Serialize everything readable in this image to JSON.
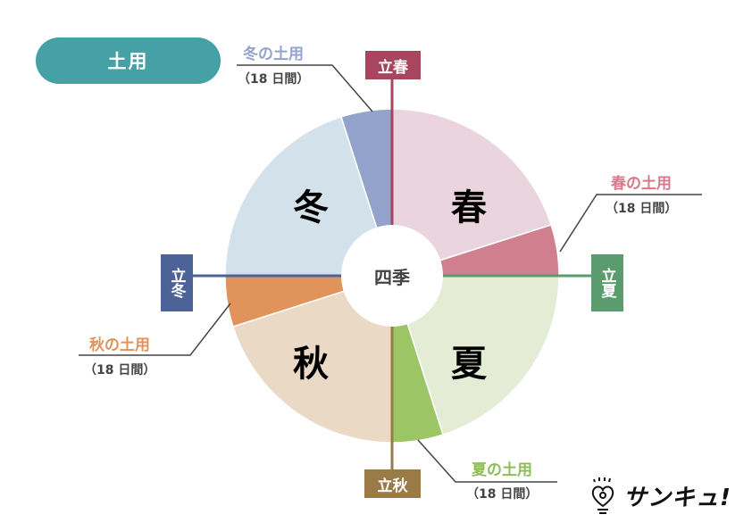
{
  "title_pill": "土用",
  "center_label": "四季",
  "doyo_days": 18,
  "seasons": [
    {
      "key": "spring",
      "label": "春",
      "color": "#e35a5a",
      "main_fill": "#ead5df",
      "doyo_fill": "#cf7f8e",
      "doyo_label": "春の土用",
      "doyo_days_label": "（18 日間）",
      "start_label": "立春",
      "start_color": "#a8465f"
    },
    {
      "key": "summer",
      "label": "夏",
      "color": "#6fb04a",
      "main_fill": "#e5ecd6",
      "doyo_fill": "#9cc565",
      "doyo_label": "夏の土用",
      "doyo_days_label": "（18 日間）",
      "start_label": "立夏",
      "start_color": "#5b9c6e"
    },
    {
      "key": "autumn",
      "label": "秋",
      "color": "#ee9a22",
      "main_fill": "#ead9c5",
      "doyo_fill": "#e0935a",
      "doyo_label": "秋の土用",
      "doyo_days_label": "（18 日間）",
      "start_label": "立秋",
      "start_color": "#9a7b46"
    },
    {
      "key": "winter",
      "label": "冬",
      "color": "#2f7ec4",
      "main_fill": "#d3e1ea",
      "doyo_fill": "#94a3cc",
      "doyo_label": "冬の土用",
      "doyo_days_label": "（18 日間）",
      "start_label": "立冬",
      "start_color": "#4d6398"
    }
  ],
  "doyo_label_colors": {
    "spring": "#d9788a",
    "summer": "#8dbd5a",
    "autumn": "#e0935a",
    "winter": "#94a3cc"
  },
  "logo": {
    "text": "サンキュ!"
  }
}
